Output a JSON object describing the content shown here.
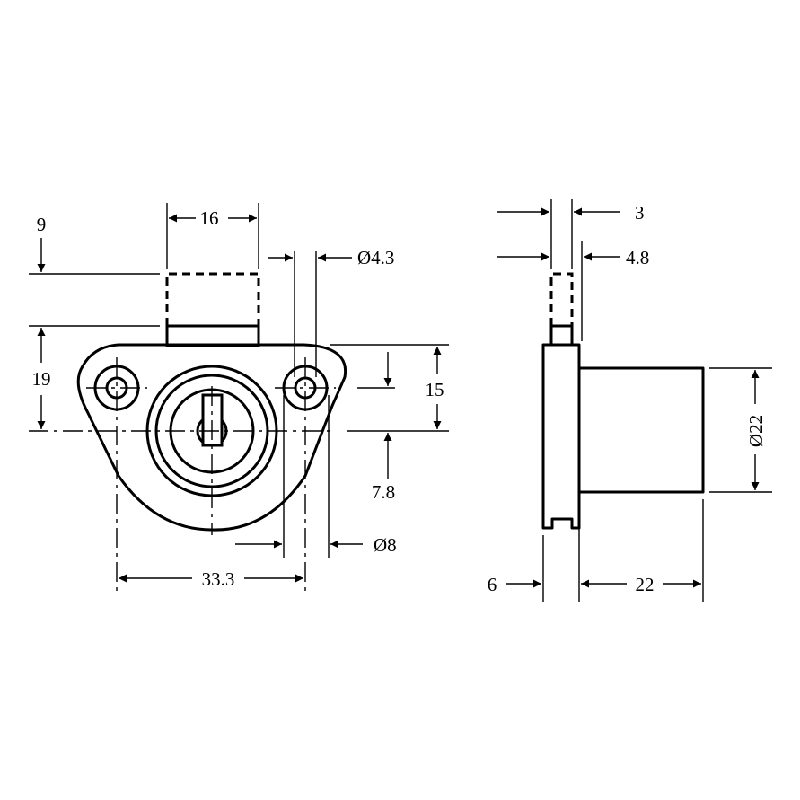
{
  "drawing": {
    "front_view": {
      "width_top": "16",
      "hole_diameter": "Ø4.3",
      "upper_offset": "9",
      "height": "19",
      "hole_spacing_vertical": "15",
      "center_offset": "7.8",
      "boss_diameter": "Ø8",
      "hole_spacing": "33.3"
    },
    "side_view": {
      "bolt_thickness": "3",
      "bolt_offset": "4.8",
      "body_diameter": "Ø22",
      "flange_thickness": "6",
      "body_length": "22"
    }
  }
}
